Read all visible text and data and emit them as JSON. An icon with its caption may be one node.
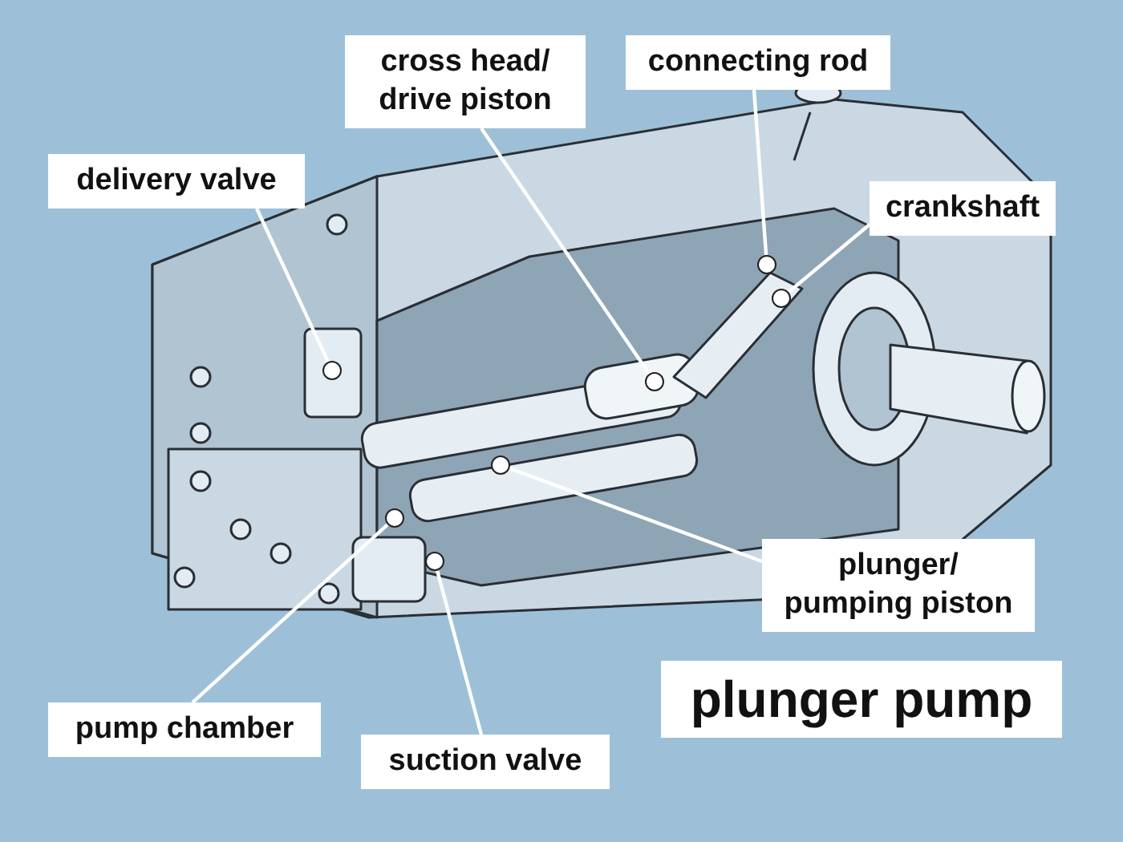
{
  "diagram": {
    "title": "plunger pump",
    "nodes": [
      {
        "text": [
          "cross head/ drive piston"
        ]
      },
      {
        "text": [
          "connecting rod"
        ]
      },
      {
        "text": [
          "delivery valve"
        ]
      },
      {
        "text": [
          "crankshaft"
        ]
      },
      {
        "text": [
          "plunger/ pumping piston"
        ]
      },
      {
        "text": [
          "pump chamber"
        ]
      },
      {
        "text": [
          "suction valve"
        ]
      },
      {
        "text": [],
        "shape": "circle"
      },
      {
        "text": [],
        "shape": "circle"
      },
      {
        "text": [],
        "shape": "circle"
      },
      {
        "text": [],
        "shape": "circle"
      },
      {
        "text": [],
        "shape": "circle"
      },
      {
        "text": [],
        "shape": "circle"
      },
      {
        "text": [],
        "shape": "circle"
      }
    ],
    "edges": [
      {
        "from": 0,
        "to": 7,
        "arrow": "none"
      },
      {
        "from": 1,
        "to": 8,
        "arrow": "none"
      },
      {
        "from": 2,
        "to": 9,
        "arrow": "none"
      },
      {
        "from": 3,
        "to": 10,
        "arrow": "none"
      },
      {
        "from": 4,
        "to": 11,
        "arrow": "none"
      },
      {
        "from": 5,
        "to": 12,
        "arrow": "none"
      },
      {
        "from": 6,
        "to": 13,
        "arrow": "none"
      }
    ]
  }
}
